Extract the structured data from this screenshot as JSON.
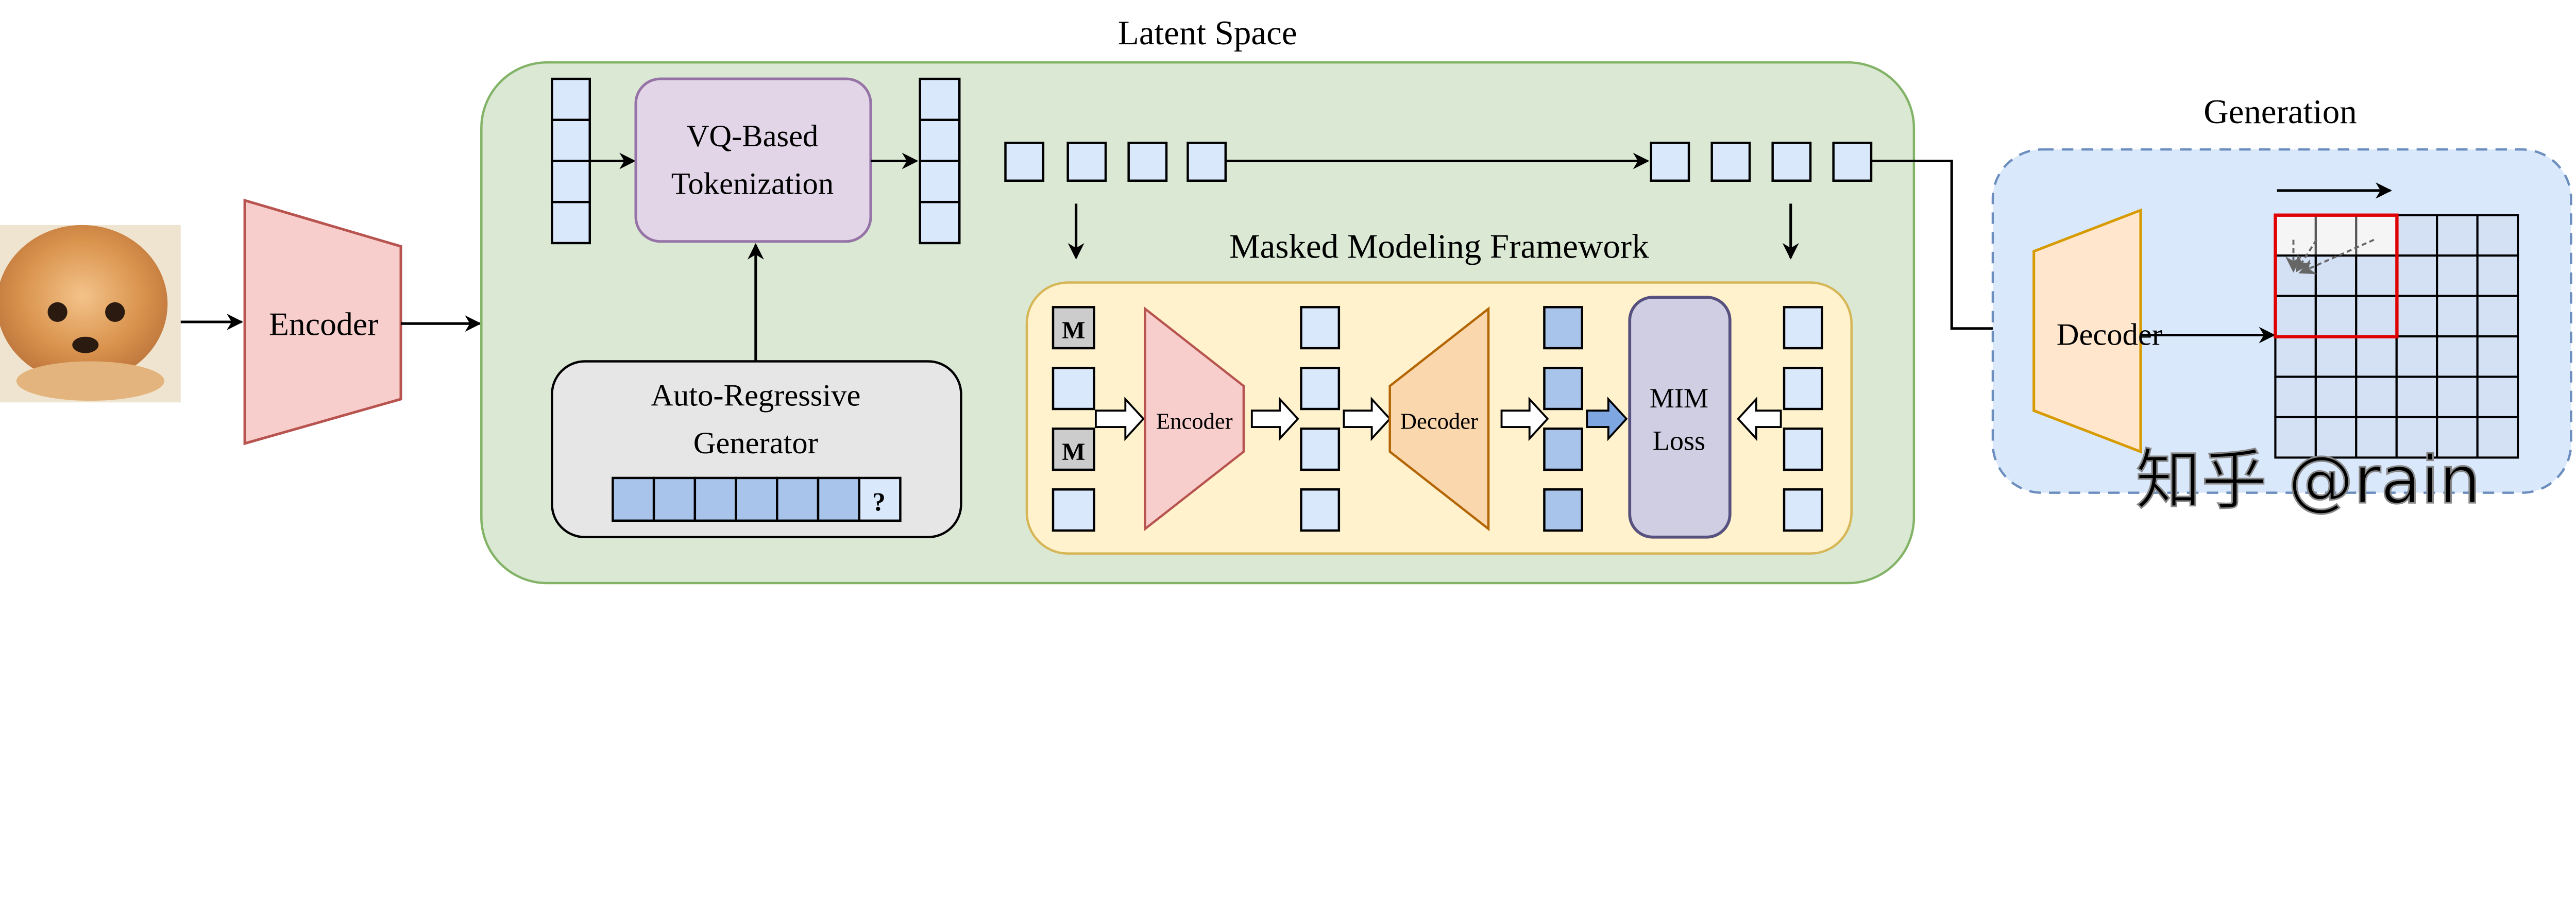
{
  "input_image": {
    "label": "dog-photo"
  },
  "encoder": {
    "label": "Encoder"
  },
  "latent_space": {
    "title": "Latent Space",
    "vq": {
      "line1": "VQ-Based",
      "line2": "Tokenization"
    },
    "ar_generator": {
      "line1": "Auto-Regressive",
      "line2": "Generator",
      "unknown_token": "?"
    },
    "mmf": {
      "title": "Masked Modeling Framework",
      "mask_token": "M",
      "encoder": "Encoder",
      "decoder": "Decoder",
      "loss": {
        "line1": "MIM",
        "line2": "Loss"
      }
    }
  },
  "generation": {
    "title": "Generation",
    "decoder": "Decoder"
  },
  "watermark": "知乎 @rain",
  "colors": {
    "latent_bg": "#dae8d4",
    "mmf_bg": "#fff2cc",
    "generation_bg": "#dae8fc",
    "token": "#dae8fc",
    "token_predicted": "#a9c4eb",
    "encoder": "#f8cecc",
    "decoder": "#fad7ac",
    "vq": "#e1d5e7",
    "mim": "#d0cee2",
    "highlight": "#e00000"
  }
}
